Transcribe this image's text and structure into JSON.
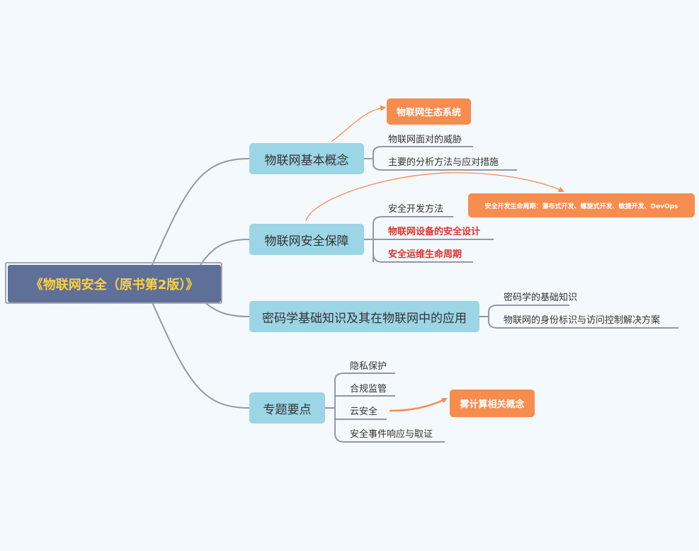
{
  "root": {
    "label": "《物联网安全（原书第2版）》"
  },
  "branches": [
    {
      "label": "物联网基本概念",
      "items": [
        "物联网面对的威胁",
        "主要的分析方法与应对措施"
      ],
      "callout": "物联网生态系统"
    },
    {
      "label": "物联网安全保障",
      "items": [
        "安全开发方法",
        "物联网设备的安全设计",
        "安全运维生命周期"
      ],
      "callout": "安全开发生命周期：瀑布式开发、螺旋式开发、敏捷开发、DevOps"
    },
    {
      "label": "密码学基础知识及其在物联网中的应用",
      "items": [
        "密码学的基础知识",
        "物联网的身份标识与访问控制解决方案"
      ]
    },
    {
      "label": "专题要点",
      "items": [
        "隐私保护",
        "合规监管",
        "云安全",
        "安全事件响应与取证"
      ],
      "callout": "雾计算相关概念"
    }
  ],
  "colors": {
    "background": "#f4f9fd",
    "root_fill": "#5f7098",
    "root_text": "#fcd13d",
    "branch_fill": "#9cd5e6",
    "callout_fill": "#f78c4f",
    "highlight_text": "#e0322e",
    "connector": "#9497a7"
  }
}
